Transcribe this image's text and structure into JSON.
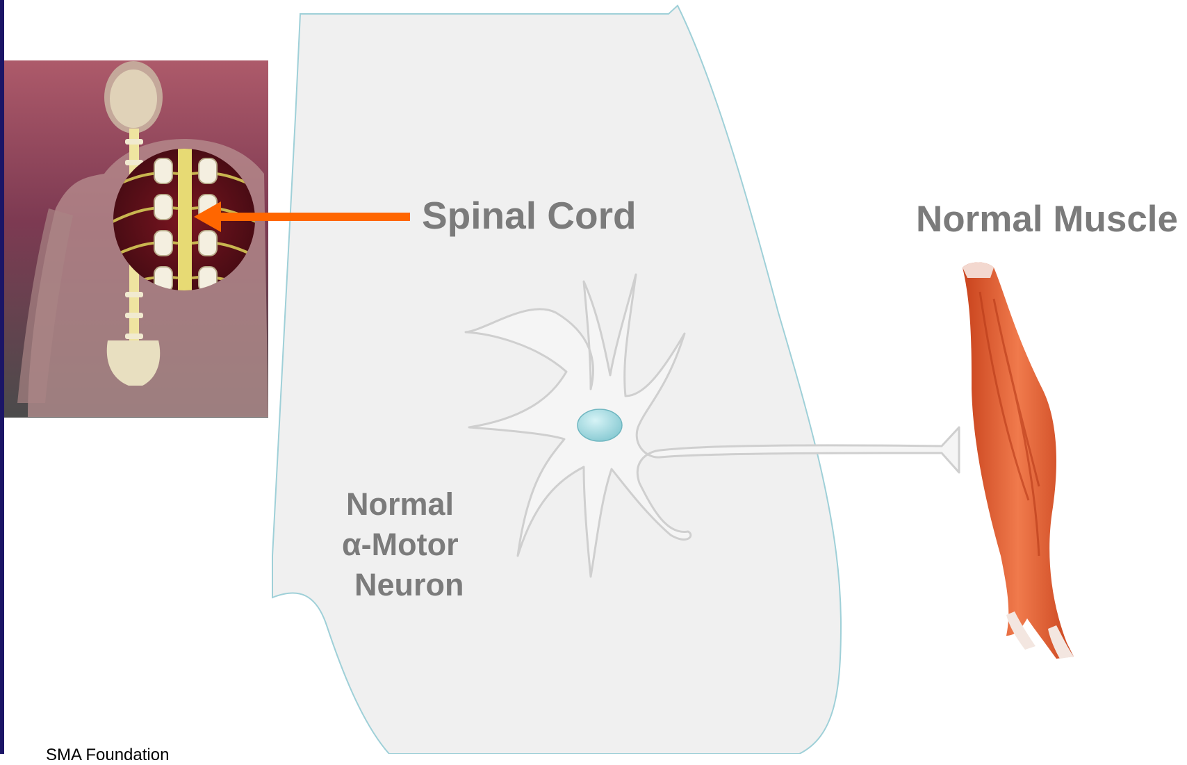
{
  "labels": {
    "spinal_cord": "Spinal Cord",
    "normal_muscle": "Normal Muscle",
    "neuron_line1": "Normal",
    "neuron_line2": "α-Motor",
    "neuron_line3": "Neuron"
  },
  "footer": {
    "source": "SMA Foundation"
  },
  "colors": {
    "left_bar": "#1b1566",
    "arrow": "#ff6600",
    "label_text": "#7b7b7b",
    "spinal_region_fill": "#f0f0f0",
    "spinal_region_outline": "#9fd0d8",
    "neuron_fill": "#f5f5f5",
    "nucleus": "#a8dde3",
    "muscle": "#e8643a"
  },
  "icons": {
    "back_illustration": "human-back-spine-icon",
    "neuron": "motor-neuron-icon",
    "muscle": "muscle-icon"
  }
}
